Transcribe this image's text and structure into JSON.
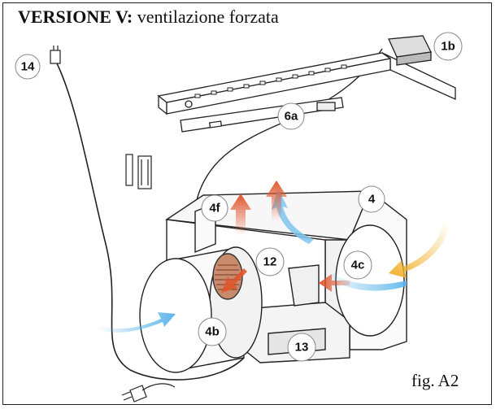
{
  "title": {
    "bold": "VERSIONE V:",
    "rest": " ventilazione forzata"
  },
  "figure_label": "fig. A2",
  "callouts": {
    "c14": "14",
    "c1b": "1b",
    "c6a": "6a",
    "c4f": "4f",
    "c4": "4",
    "c12": "12",
    "c4c": "4c",
    "c4b": "4b",
    "c13": "13"
  },
  "colors": {
    "cold_air": "#5ab4ea",
    "hot_air": "#e0552b",
    "intake_air": "#f2b02a",
    "line": "#222222"
  }
}
